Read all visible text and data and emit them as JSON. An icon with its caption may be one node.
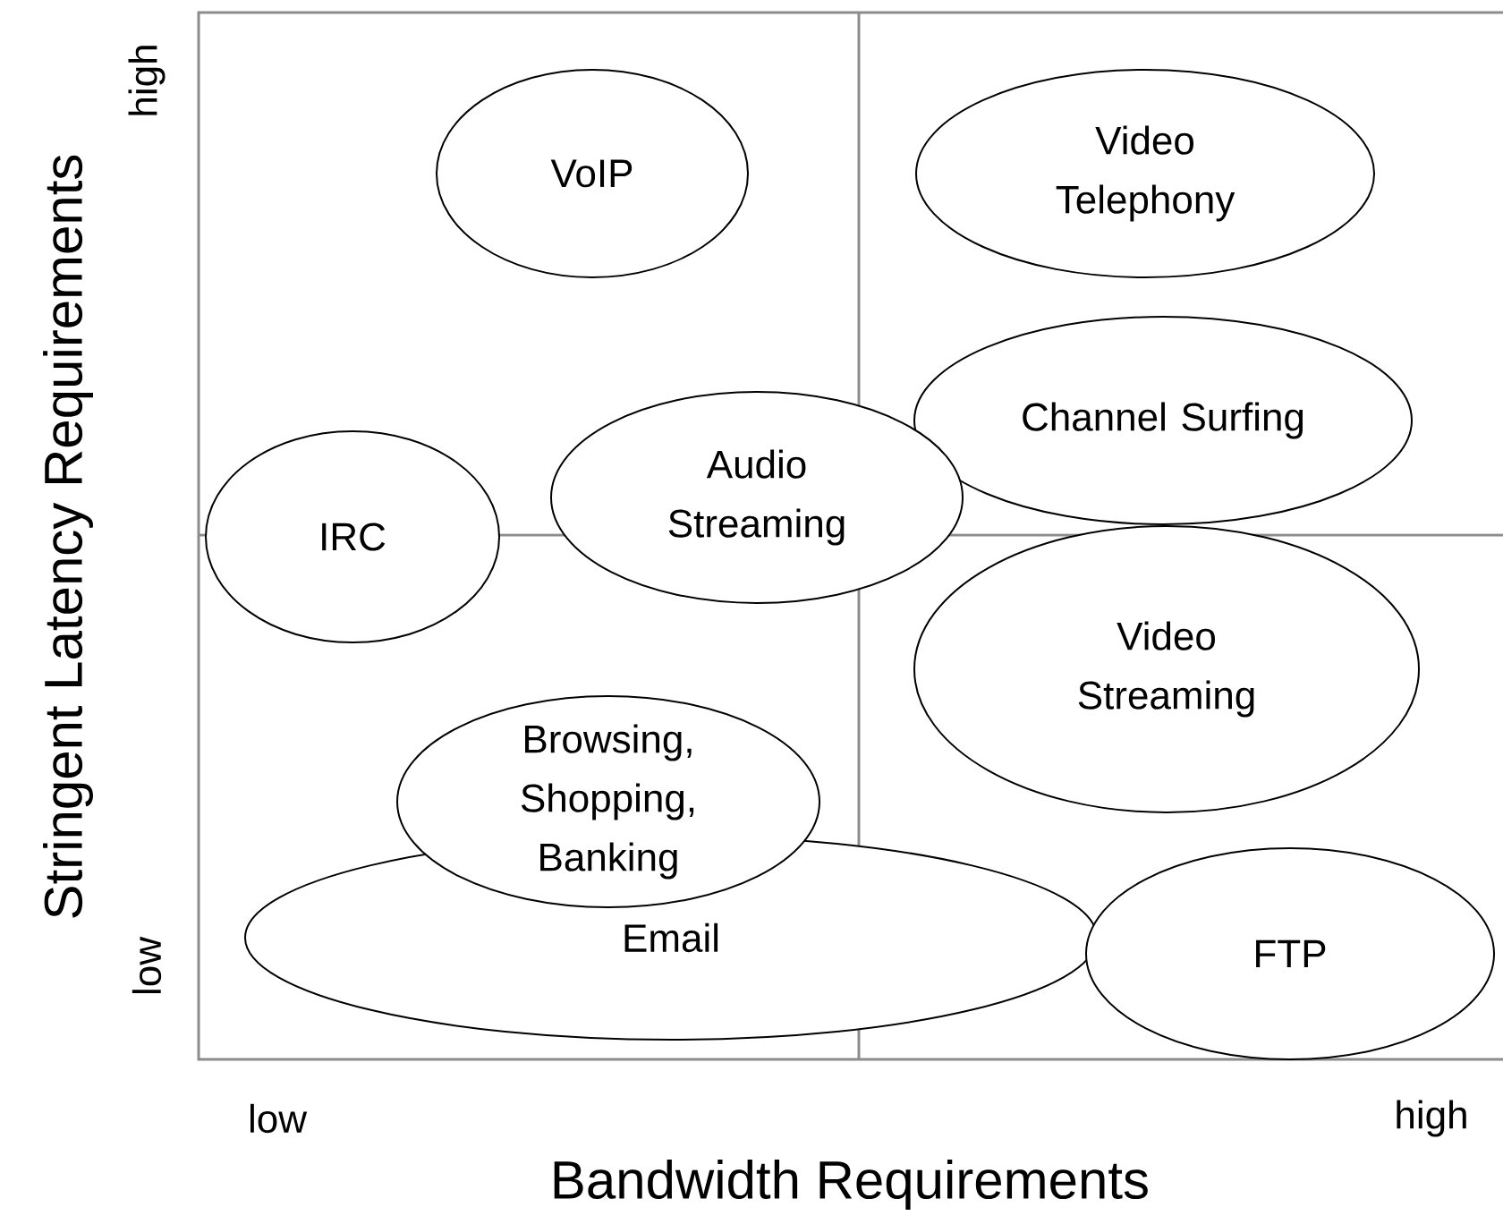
{
  "diagram": {
    "nodes": [
      {
        "text": [
          "VoIP"
        ]
      },
      {
        "text": [
          "Video Telephony"
        ]
      },
      {
        "text": [
          "Channel Surfing"
        ]
      },
      {
        "text": [
          "IRC"
        ]
      },
      {
        "text": [
          "Audio Streaming"
        ]
      },
      {
        "text": [
          "Video Streaming"
        ]
      },
      {
        "text": [
          "Email"
        ]
      },
      {
        "text": [
          "Browsing, Shopping, Banking"
        ]
      },
      {
        "text": [
          "FTP"
        ]
      }
    ],
    "labels": [
      "Stringent Latency Requirements",
      "high",
      "low",
      "low",
      "high",
      "Bandwidth Requirements"
    ]
  }
}
